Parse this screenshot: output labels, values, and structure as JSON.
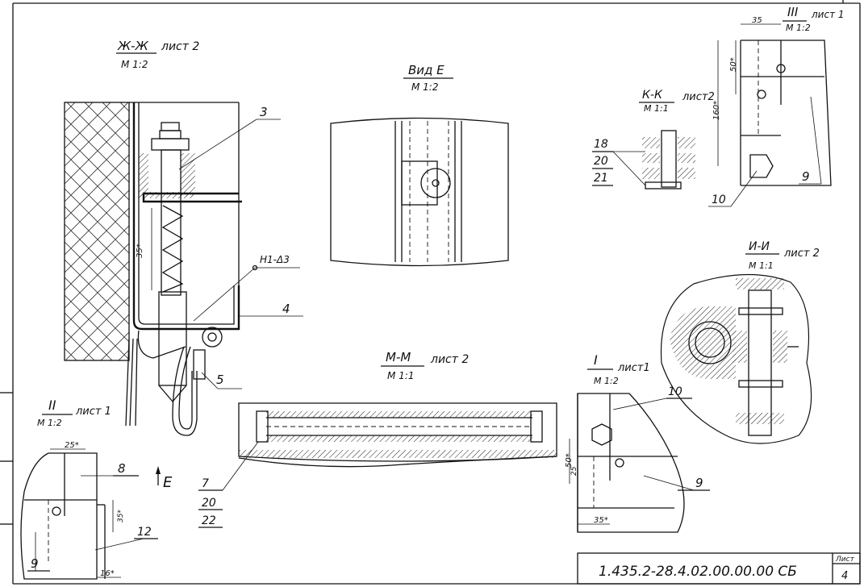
{
  "title_block": {
    "doc_number": "1.435.2-28.4.02.00.00.00 СБ",
    "sheet_label": "Лист",
    "sheet_number": "4"
  },
  "views": {
    "zh": {
      "name": "Ж-Ж",
      "sheet_ref": "лист 2",
      "scale": "М 1:2"
    },
    "vid_e": {
      "name": "Вид Е",
      "scale": "М 1:2"
    },
    "k": {
      "name": "К-К",
      "sheet_ref": "лист2",
      "scale": "М 1:1"
    },
    "iii": {
      "name": "III",
      "sheet_ref": "лист 1",
      "scale": "М 1:2"
    },
    "i_sec": {
      "name": "И-И",
      "sheet_ref": "лист 2",
      "scale": "М 1:1"
    },
    "m": {
      "name": "М-М",
      "sheet_ref": "лист 2",
      "scale": "М 1:1"
    },
    "i": {
      "name": "I",
      "sheet_ref": "лист1",
      "scale": "М 1:2"
    },
    "ii": {
      "name": "II",
      "sheet_ref": "лист 1",
      "scale": "М 1:2"
    }
  },
  "view_arrow": "E",
  "weld_note": "Н1-Δ3",
  "dimensions": {
    "d35_spring": "35*",
    "d35_top": "35",
    "d50_top": "50*",
    "d160_top": "160*",
    "d50_mid": "50*",
    "d25_mid": "25",
    "d35_mid": "35*",
    "d25_left": "25*",
    "d35_left": "35*",
    "d16_left": "16*"
  },
  "positions": {
    "p3": "3",
    "p4": "4",
    "p5": "5",
    "p7": "7",
    "p8": "8",
    "p9_left": "9",
    "p9_mid": "9",
    "p9_top": "9",
    "p10_top": "10",
    "p10_mid": "10",
    "p12": "12",
    "p18": "18",
    "p20_k": "20",
    "p21": "21",
    "p20_m": "20",
    "p22": "22"
  }
}
